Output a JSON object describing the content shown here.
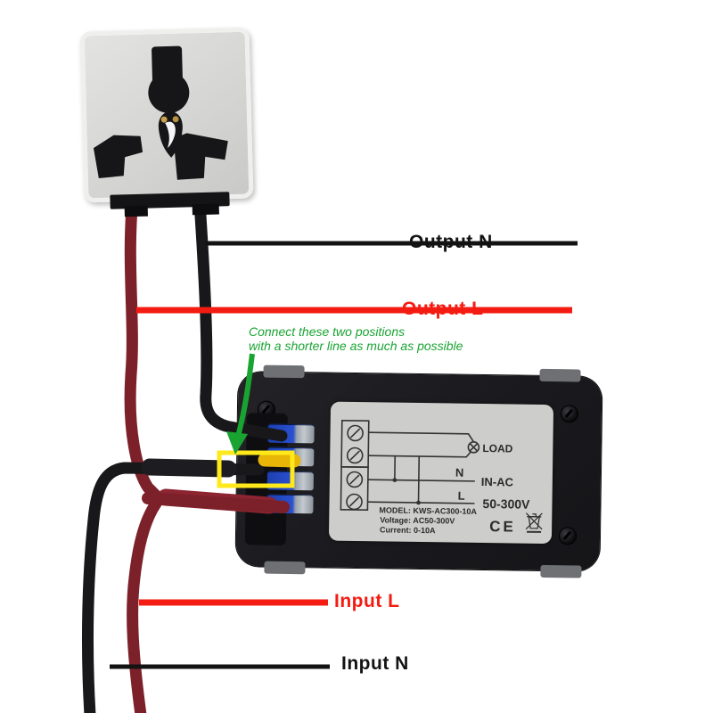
{
  "annotations": {
    "output_n": "Output N",
    "output_l": "Output L",
    "input_l": "Input L",
    "input_n": "Input N",
    "note_line1": "Connect these two positions",
    "note_line2": "with a shorter line as much as possible"
  },
  "meter_plate": {
    "load_label": "LOAD",
    "neutral": "N",
    "live": "L",
    "in_ac": "IN-AC",
    "voltage_range": "50-300V",
    "model_line": "MODEL: KWS-AC300-10A",
    "voltage_line": "Voltage: AC50-300V",
    "current_line": "Current: 0-10A",
    "ce_mark": "CE"
  },
  "icons": {
    "load_symbol": "circled-x-load",
    "weee": "crossed-out-wheelie-bin",
    "terminal_screw": "slotted-screw-head",
    "green_arrow": "down-arrow",
    "yellow_highlight": "highlight-box"
  },
  "colors": {
    "pointer_red": "#f41c12",
    "annotation_green": "#19a432",
    "highlight_yellow": "#ffe91a",
    "jumper_yellow": "#e8b607",
    "wire_red": "#7c2129",
    "wire_black": "#18181b",
    "terminal_blue": "#2a50cf",
    "plate_gray": "#cdcdcb"
  }
}
